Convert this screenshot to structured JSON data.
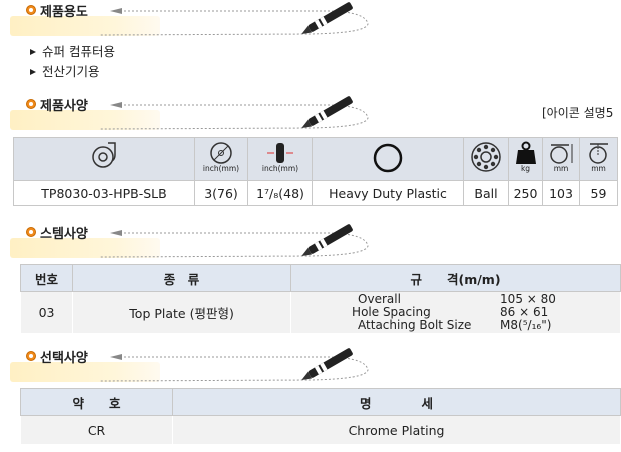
{
  "sections": {
    "usage": "제품용도",
    "spec": "제품사양",
    "stem": "스템사양",
    "options": "선택사양"
  },
  "usage_items": [
    "슈퍼 컴퓨터용",
    "전산기기용"
  ],
  "icon_note": "[아이콘 설명5",
  "spec_table": {
    "units": {
      "wheel": "inch(mm)",
      "width": "inch(mm)",
      "load": "kg",
      "height": "mm",
      "offset": "mm"
    },
    "row": {
      "model": "TP8030-03-HPB-SLB",
      "wheel_size": "3(76)",
      "tread_width": "1⁷/₈(48)",
      "material": "Heavy Duty Plastic",
      "bearing": "Ball",
      "load": "250",
      "height": "103",
      "offset": "59"
    }
  },
  "stem_table": {
    "headers": [
      "번호",
      "종　류",
      "규　　격(m/m)"
    ],
    "row": {
      "no": "03",
      "type": "Top Plate (평판형)",
      "specs": [
        {
          "k": "Overall",
          "v": "105 × 80"
        },
        {
          "k": "Hole Spacing",
          "v": "86 × 61"
        },
        {
          "k": "Attaching Bolt Size",
          "v": "M8(⁵/₁₆\")"
        }
      ]
    }
  },
  "option_table": {
    "headers": [
      "약　　호",
      "명　　　　세"
    ],
    "row": {
      "code": "CR",
      "desc": "Chrome Plating"
    }
  },
  "colors": {
    "accent": "#f08a1c",
    "header_bg": "#dde2ea",
    "highlight": "#fff0c4"
  }
}
